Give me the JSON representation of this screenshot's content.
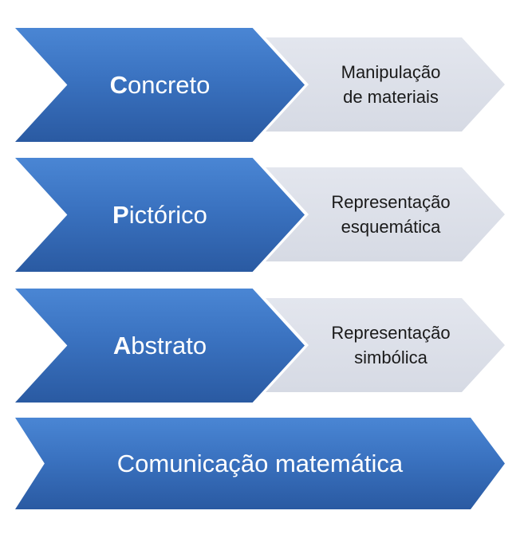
{
  "rows": [
    {
      "initial": "C",
      "rest": "oncreto",
      "description_line1": "Manipulação",
      "description_line2": "de materiais"
    },
    {
      "initial": "P",
      "rest": "ictórico",
      "description_line1": "Representação",
      "description_line2": "esquemática"
    },
    {
      "initial": "A",
      "rest": "bstrato",
      "description_line1": "Representação",
      "description_line2": "simbólica"
    }
  ],
  "footer": {
    "label": "Comunicação matemática"
  },
  "colors": {
    "blue": "#3a72c0",
    "gray": "#dde0e8"
  }
}
